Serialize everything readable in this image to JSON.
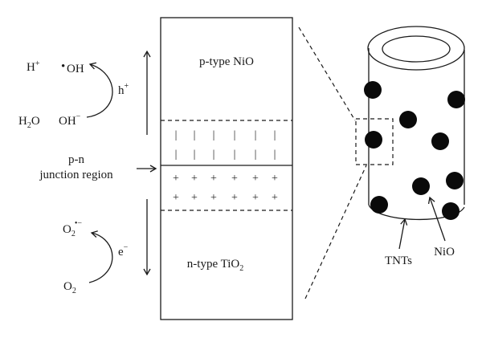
{
  "labels": {
    "h_plus_base": "H",
    "h_plus_sup": "+",
    "oh_radical_dot": "•",
    "oh_radical": "OH",
    "hole_base": "h",
    "hole_sup": "+",
    "h2o_h": "H",
    "h2o_sub": "2",
    "h2o_o": "O",
    "oh_minus_base": "OH",
    "oh_minus_sup": "−",
    "pn_line1": "p-n",
    "pn_line2": "junction region",
    "o2_rad_base": "O",
    "o2_rad_sub": "2",
    "o2_rad_sup": "•−",
    "electron_base": "e",
    "electron_sup": "−",
    "o2_base": "O",
    "o2_sub": "2",
    "p_type": "p-type NiO",
    "n_type_base": "n-type TiO",
    "n_type_sub": "2",
    "tnts": "TNTs",
    "nio": "NiO"
  },
  "junction": {
    "depletion_p_symbol": "|",
    "depletion_n_symbol": "+"
  },
  "colors": {
    "line": "#1a1a1a",
    "particle": "#0a0a0a",
    "background": "#ffffff"
  }
}
